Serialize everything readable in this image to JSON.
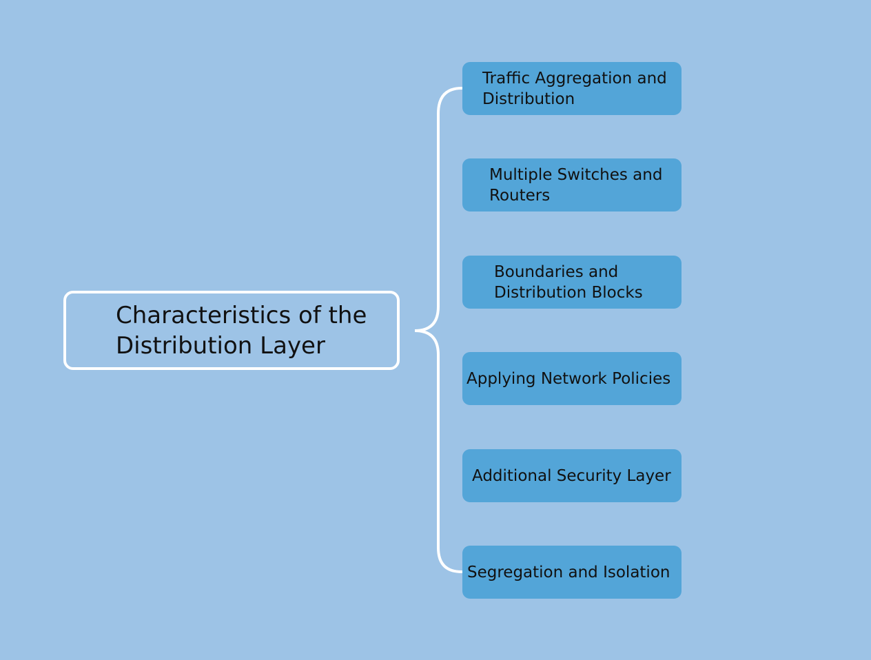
{
  "colors": {
    "background": "#9dc3e6",
    "branch_fill": "#53a5d8",
    "connector": "#ffffff",
    "text": "#111111"
  },
  "diagram": {
    "root": {
      "label": "Characteristics of the Distribution Layer"
    },
    "branches": [
      {
        "label": "Traffic Aggregation and Distribution"
      },
      {
        "label": "Multiple Switches and Routers"
      },
      {
        "label": "Boundaries and Distribution Blocks"
      },
      {
        "label": "Applying Network Policies"
      },
      {
        "label": "Additional Security Layer"
      },
      {
        "label": "Segregation and Isolation"
      }
    ]
  }
}
